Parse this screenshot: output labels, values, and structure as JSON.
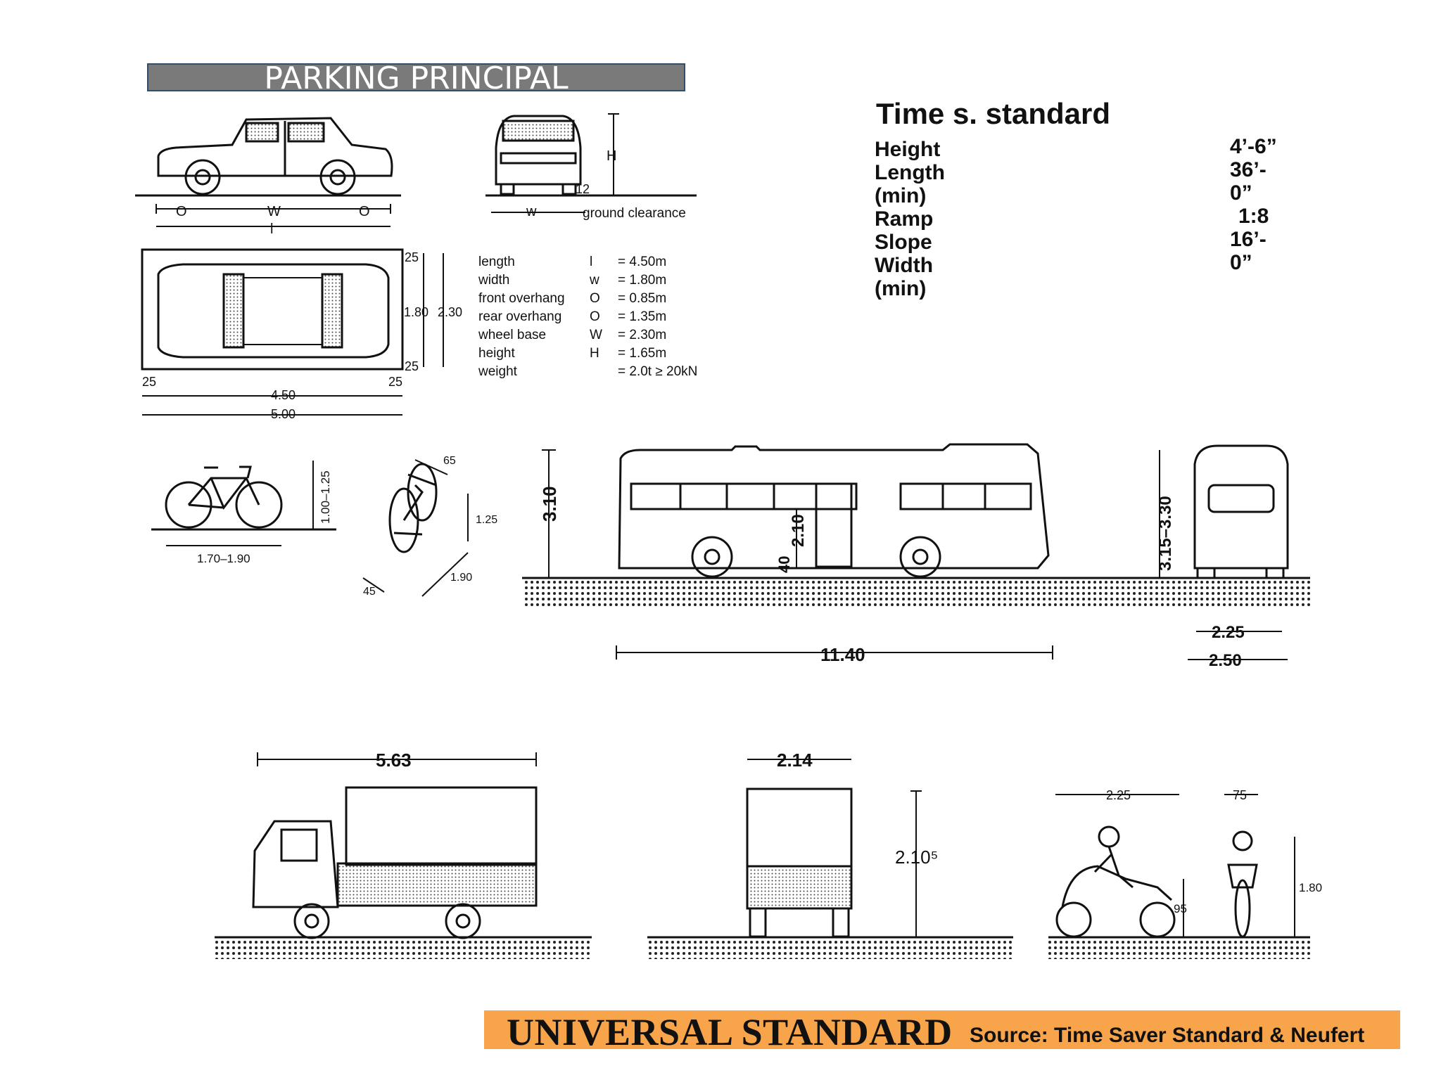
{
  "header": {
    "title": "PARKING PRINCIPAL"
  },
  "time_saver": {
    "heading": "Time s. standard",
    "labels": [
      "Height",
      "Length",
      "(min)",
      "Ramp",
      "Slope",
      "Width",
      "(min)"
    ],
    "values": [
      "4’-6”",
      "36’-",
      "0”",
      "1:8",
      "16’-",
      "0”"
    ]
  },
  "car": {
    "side_labels": {
      "front_overhang": "O",
      "wheelbase": "W",
      "rear_overhang": "O",
      "length": "l"
    },
    "front_labels": {
      "height": "H",
      "clearance_value": "12",
      "width": "w",
      "ground_clearance": "ground clearance"
    },
    "plan_dims": {
      "margin_top": "25",
      "margin_bottom": "25",
      "inner": "1.80",
      "outer": "2.30",
      "left": "25",
      "right": "25",
      "length": "4.50",
      "total": "5.00"
    },
    "specs": [
      {
        "name": "length",
        "symbol": "l",
        "value": "= 4.50m"
      },
      {
        "name": "width",
        "symbol": "w",
        "value": "= 1.80m"
      },
      {
        "name": "front overhang",
        "symbol": "O",
        "value": "= 0.85m"
      },
      {
        "name": "rear overhang",
        "symbol": "O",
        "value": "= 1.35m"
      },
      {
        "name": "wheel base",
        "symbol": "W",
        "value": "= 2.30m"
      },
      {
        "name": "height",
        "symbol": "H",
        "value": "= 1.65m"
      },
      {
        "name": "weight",
        "symbol": "",
        "value": "= 2.0t ≥ 20kN"
      }
    ]
  },
  "bicycle": {
    "height": "1.00–1.25",
    "length": "1.70–1.90",
    "angled_top": "65",
    "angled_height": "1.25",
    "angled_length": "1.90",
    "angled_base": "45"
  },
  "bus": {
    "height": "3.10",
    "door_height": "2.10",
    "step": "40",
    "length": "11.40",
    "rear_height": "3.15–3.30",
    "rear_width_inner": "2.25",
    "rear_width_outer": "2.50"
  },
  "truck": {
    "length": "5.63",
    "width": "2.14",
    "height": "2.10⁵"
  },
  "motorcycle": {
    "length": "2.25",
    "width": "75",
    "seat": "95",
    "height": "1.80"
  },
  "footer": {
    "main": "UNIVERSAL STANDARD",
    "source": "Source: Time Saver Standard & Neufert"
  }
}
